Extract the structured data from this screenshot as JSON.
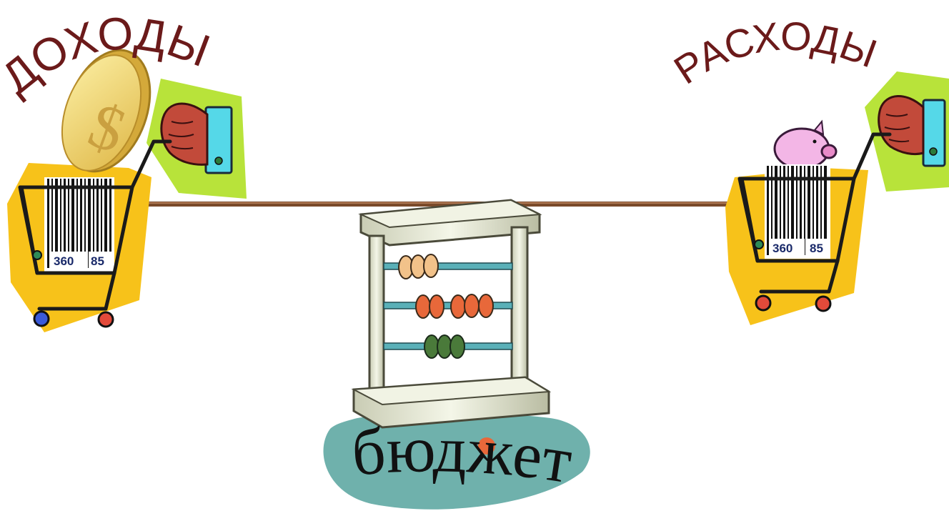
{
  "labels": {
    "income": "ДОХОДЫ",
    "expenses": "РАСХОДЫ",
    "budget": "бюджет"
  },
  "barcode": {
    "left_number": "360",
    "right_number": "85"
  },
  "icons": [
    "gold-coin-icon",
    "shopping-cart-icon",
    "hand-card-icon",
    "piggy-bank-icon",
    "abacus-icon"
  ],
  "colors": {
    "label_text": "#6b1a1a",
    "cart_background": "#f7c21a",
    "hand_background": "#b8e33a",
    "beam": "#7a4a2a",
    "abacus_base": "#6fb1ac",
    "budget_text": "#111111"
  }
}
